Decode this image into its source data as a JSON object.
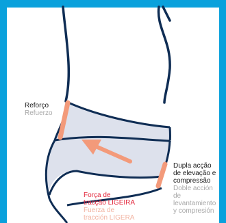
{
  "colors": {
    "frame": "#0aa1dc",
    "outline": "#0f2d54",
    "band_fill": "#dde1ec",
    "accent_stripe": "#f39a7a",
    "arrow": "#f39a7a",
    "primary_text": "#1a1a1a",
    "secondary_text": "#a8a8a8",
    "red_text": "#e2263b",
    "peach_text": "#f2b4a2"
  },
  "labels": {
    "reinforcement": {
      "pt": "Reforço",
      "es": "Refuerzo"
    },
    "double_action": {
      "pt": [
        "Dupla acção",
        "de elevação e",
        "compressão"
      ],
      "es": [
        "Doble acción",
        "de",
        "levantamiento",
        "y compresión"
      ]
    },
    "traction": {
      "pt": [
        "Força de",
        "tracção LIGEIRA"
      ],
      "es": [
        "Fuerza de",
        "tracción LIGERA"
      ]
    }
  }
}
